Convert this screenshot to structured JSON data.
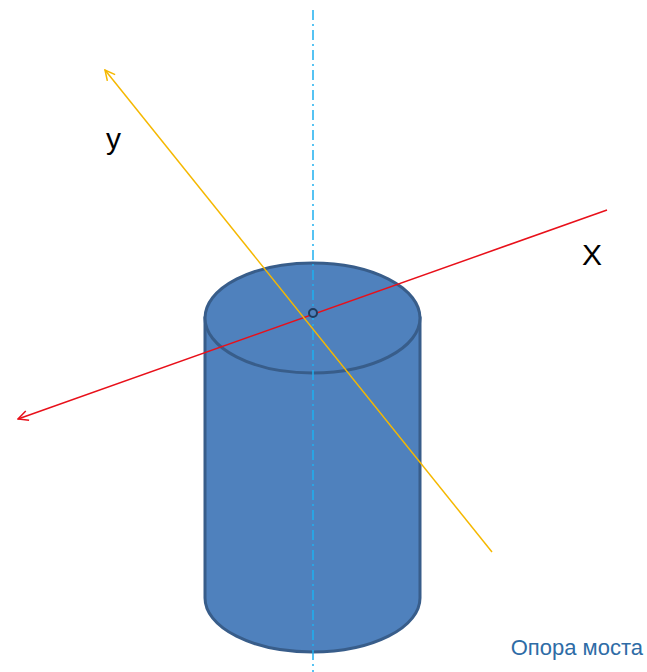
{
  "diagram": {
    "labels": [
      "y",
      "X",
      "Опора моста"
    ]
  }
}
